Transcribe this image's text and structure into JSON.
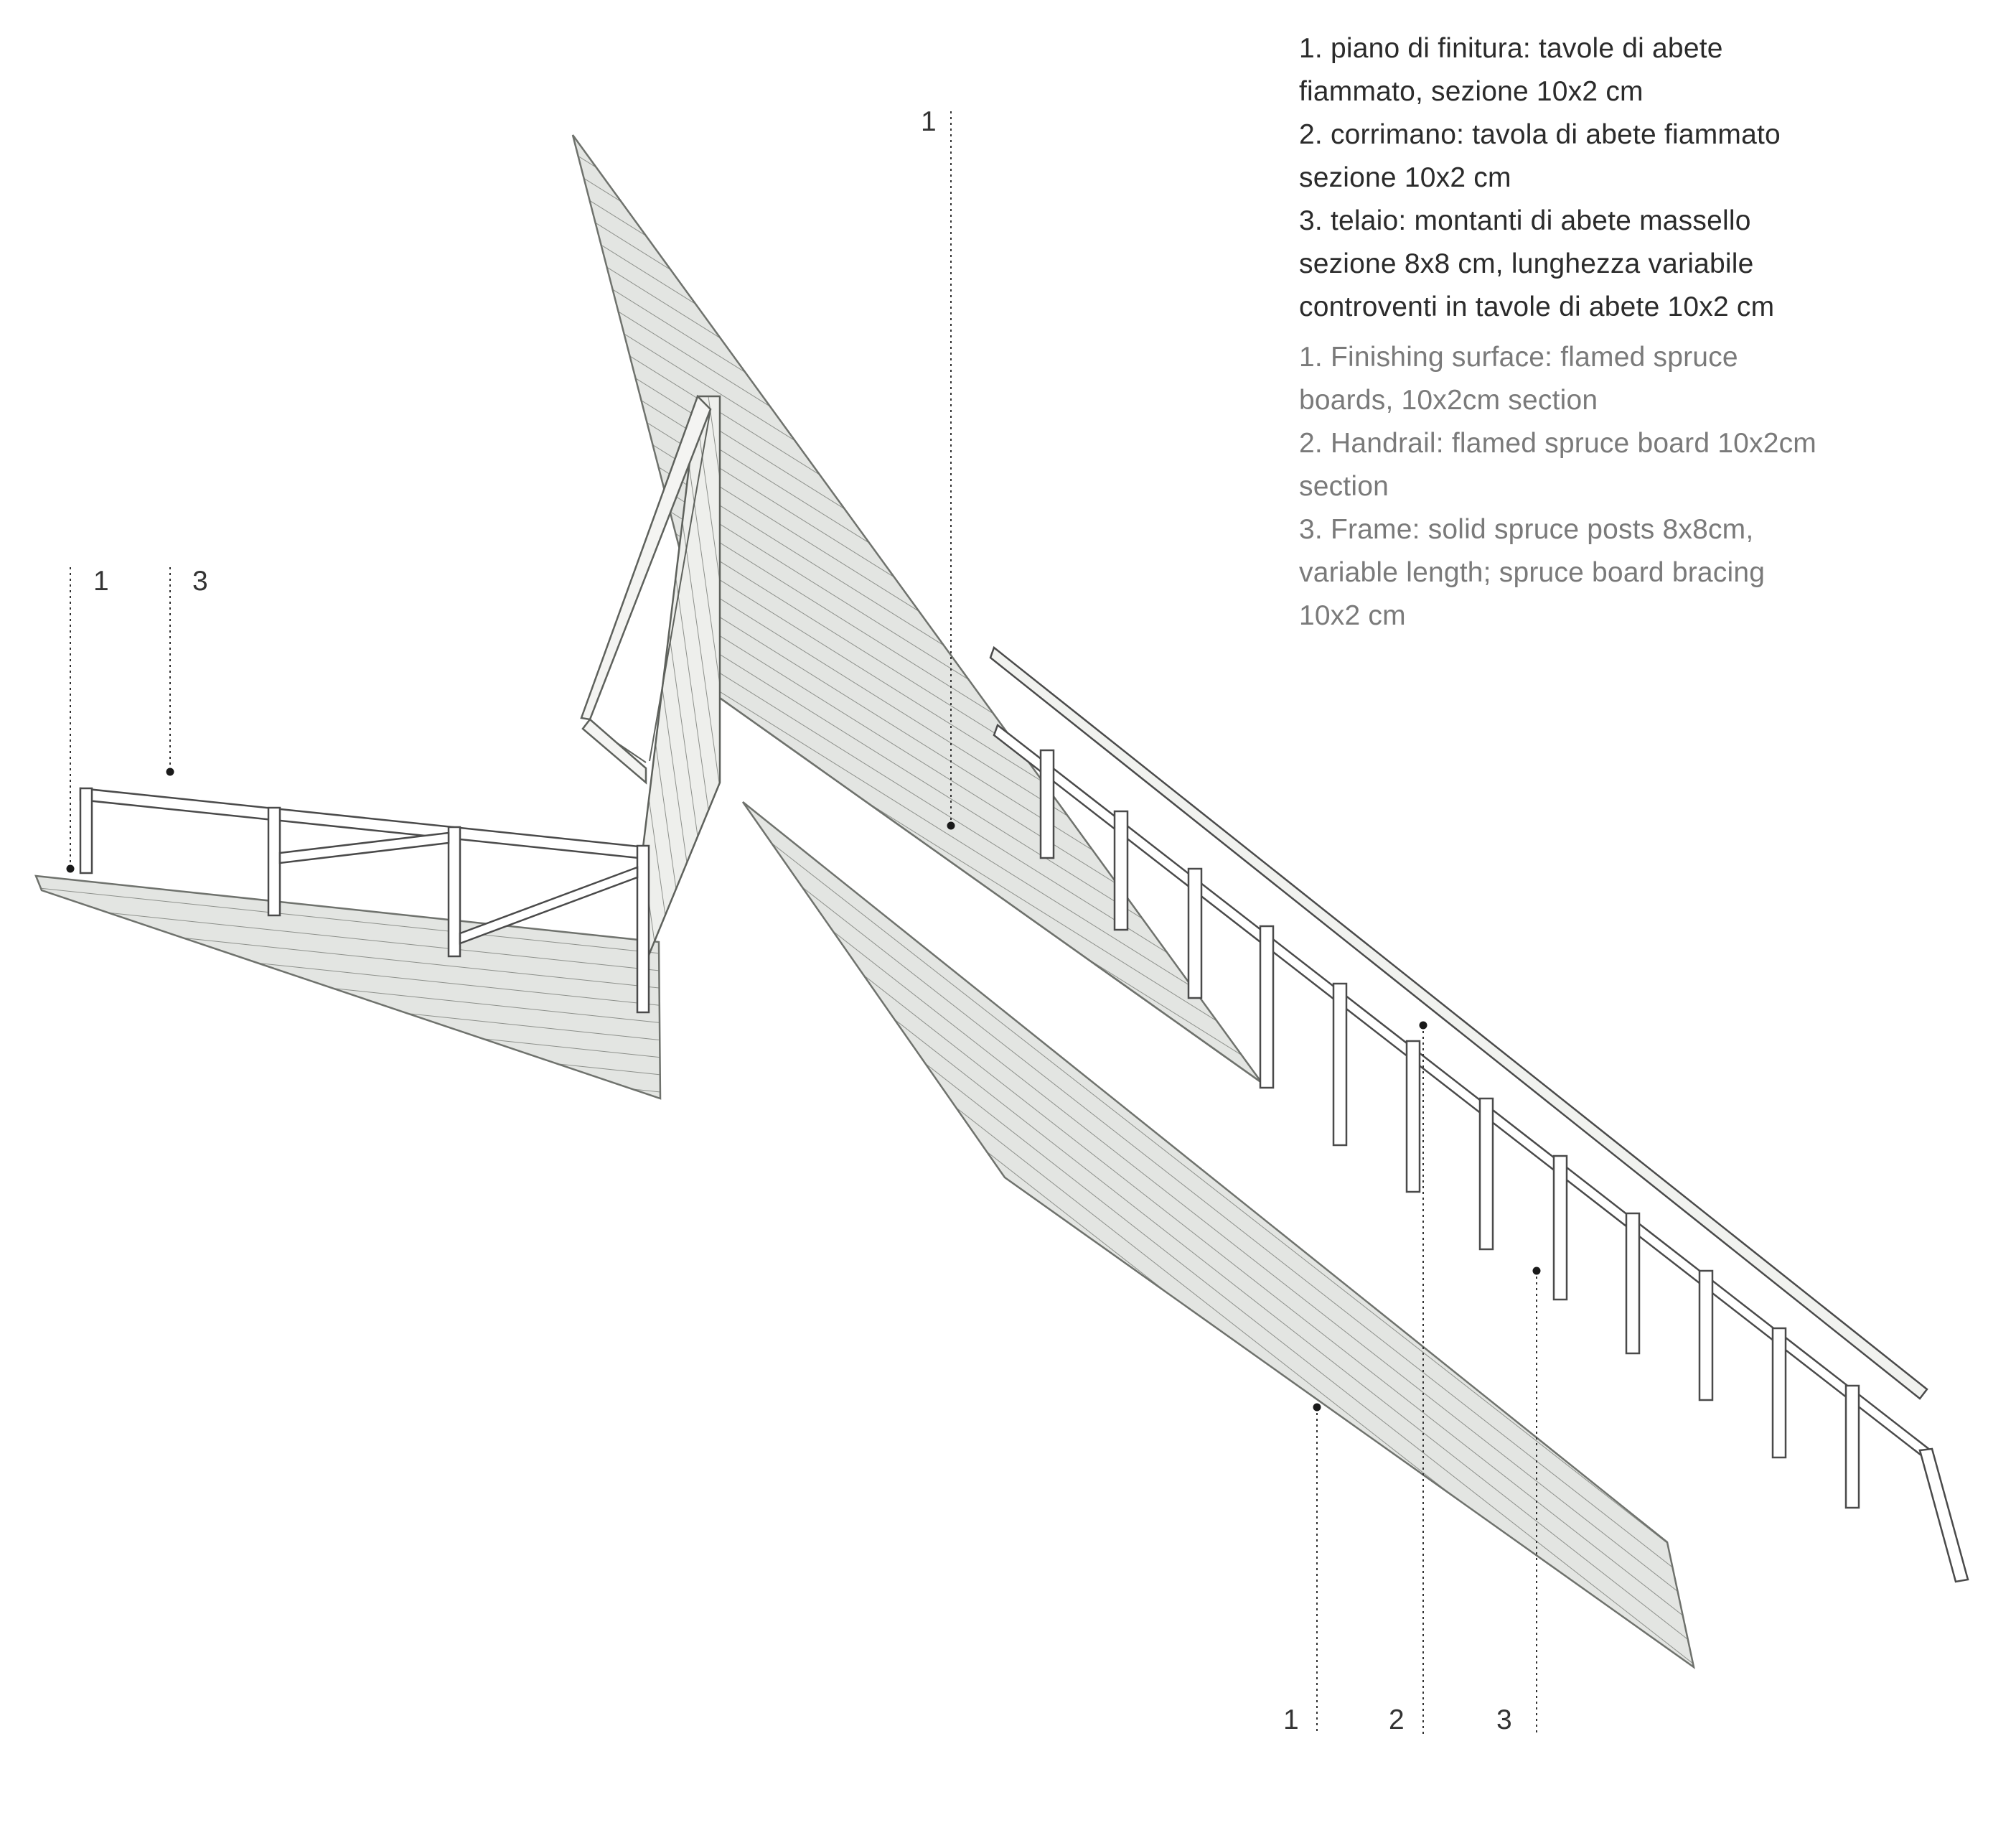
{
  "legend": {
    "italian": [
      "1. piano di finitura: tavole di abete",
      "fiammato, sezione 10x2 cm",
      "2. corrimano: tavola di abete fiammato",
      "sezione 10x2 cm",
      "3. telaio: montanti di abete massello",
      "sezione 8x8 cm, lunghezza variabile",
      "controventi in tavole di abete 10x2 cm"
    ],
    "english": [
      "1. Finishing surface: flamed spruce",
      "boards, 10x2cm section",
      "2. Handrail: flamed spruce board 10x2cm",
      "section",
      "3. Frame: solid spruce posts 8x8cm,",
      "variable length; spruce board bracing",
      "10x2 cm"
    ]
  },
  "callouts": {
    "top_center": "1",
    "left_1": "1",
    "left_3": "3",
    "bottom_1": "1",
    "bottom_2": "2",
    "bottom_3": "3"
  },
  "colors": {
    "board_fill": "#e3e5e2",
    "board_line": "#8d908b",
    "frame_line": "#4a4a4a",
    "leader": "#333333",
    "text_italian": "#2b2b2b",
    "text_english": "#7a7a7a"
  }
}
